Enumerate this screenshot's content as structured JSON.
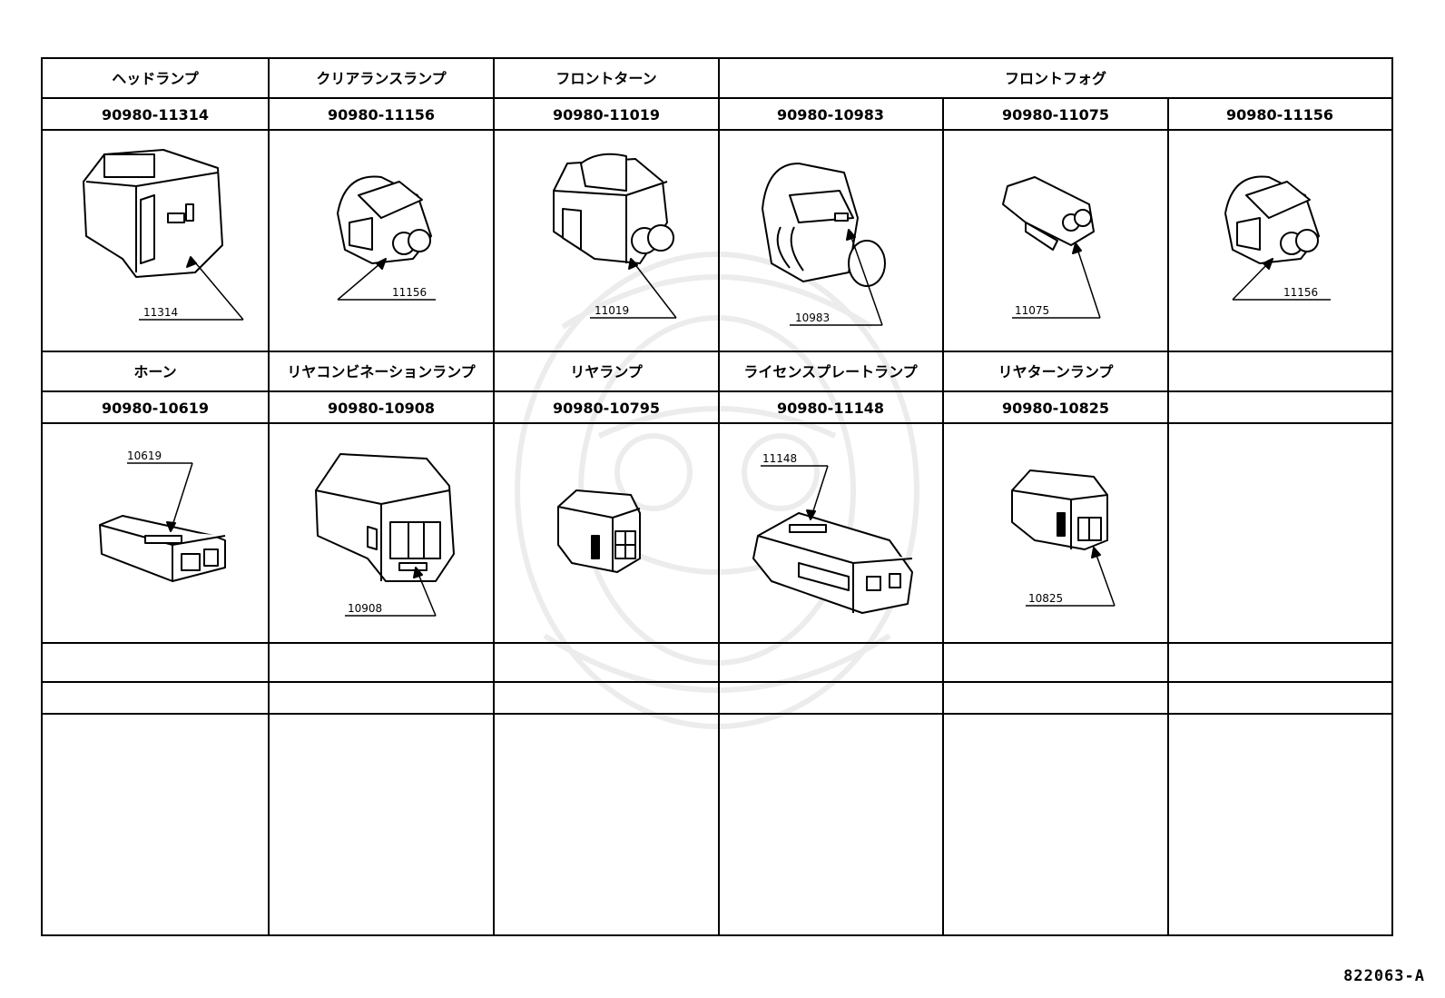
{
  "columns": [
    {
      "group": "ヘッドランプ",
      "part_no": "90980-11314",
      "callout": "11314"
    },
    {
      "group": "クリアランスランプ",
      "part_no": "90980-11156",
      "callout": "11156"
    },
    {
      "group": "フロントターン",
      "part_no": "90980-11019",
      "callout": "11019"
    },
    {
      "group": "フロントフォグ",
      "part_no": "90980-10983",
      "callout": "10983"
    },
    {
      "group": "",
      "part_no": "90980-11075",
      "callout": "11075"
    },
    {
      "group": "",
      "part_no": "90980-11156",
      "callout": "11156"
    }
  ],
  "row2": [
    {
      "group": "ホーン",
      "part_no": "90980-10619",
      "callout": "10619"
    },
    {
      "group": "リヤコンビネーションランプ",
      "part_no": "90980-10908",
      "callout": "10908"
    },
    {
      "group": "リヤランプ",
      "part_no": "90980-10795",
      "callout": ""
    },
    {
      "group": "ライセンスプレートランプ",
      "part_no": "90980-11148",
      "callout": "11148"
    },
    {
      "group": "リヤターンランプ",
      "part_no": "90980-10825",
      "callout": "10825"
    },
    {
      "group": "",
      "part_no": "",
      "callout": ""
    }
  ],
  "doc_code": "822063-A",
  "icons": [
    "connector-drawing",
    "watermark-emblem"
  ],
  "colors": {
    "line": "#000000",
    "background": "#ffffff",
    "watermark": "#e8e8e8"
  }
}
